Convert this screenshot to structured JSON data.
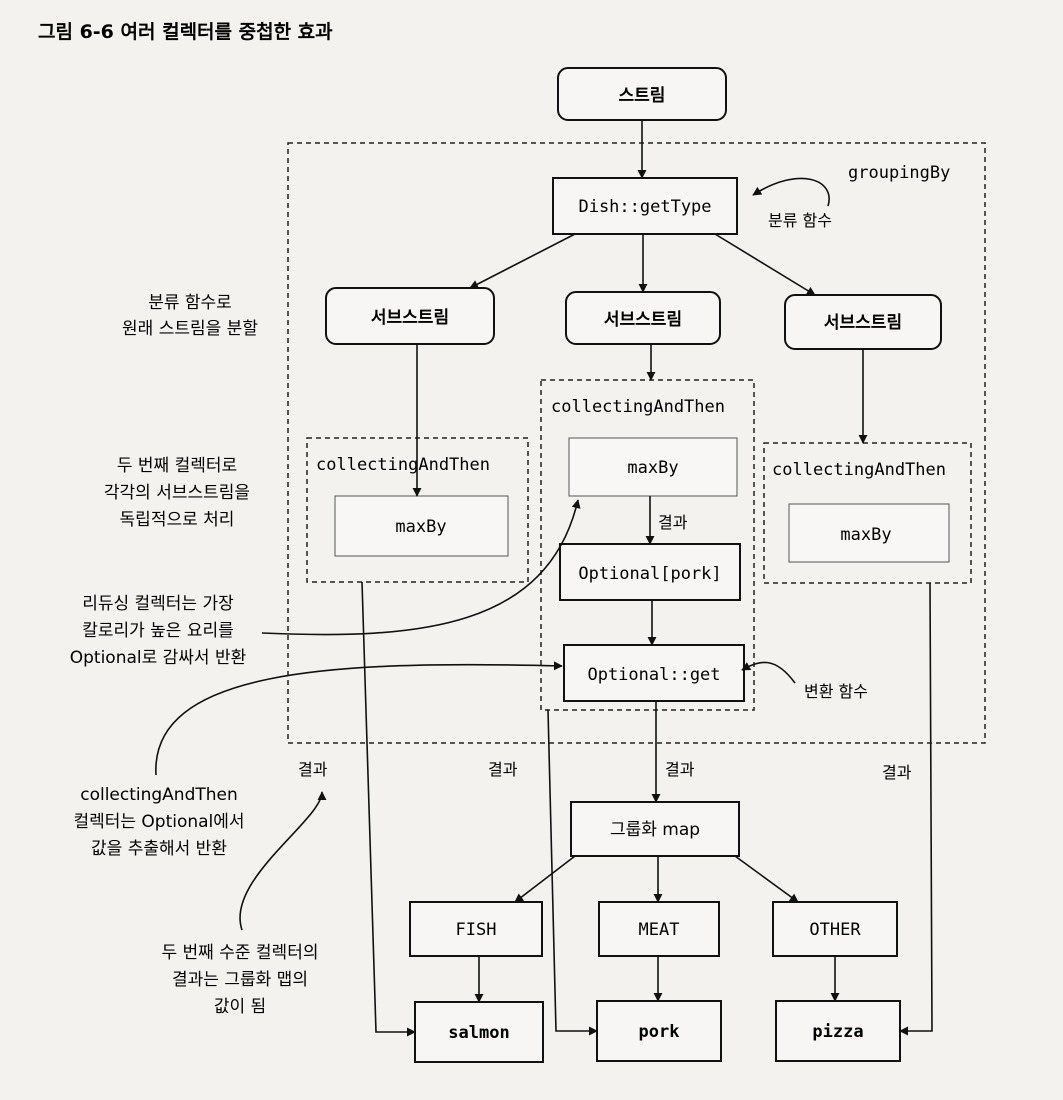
{
  "figure_title": "그림 6-6 여러 컬렉터를 중첩한 효과",
  "nodes": {
    "stream": "스트림",
    "classifier": "Dish::getType",
    "grouping_by": "groupingBy",
    "classifier_note": "분류 함수",
    "substream": "서브스트림",
    "collecting_and_then": "collectingAndThen",
    "max_by": "maxBy",
    "result": "결과",
    "optional_pork": "Optional[pork]",
    "optional_get": "Optional::get",
    "transform_note": "변환 함수",
    "grouping_map": "그룹화 map",
    "keys": [
      "FISH",
      "MEAT",
      "OTHER"
    ],
    "values": [
      "salmon",
      "pork",
      "pizza"
    ]
  },
  "annotations": {
    "split": [
      "분류 함수로",
      "원래 스트림을 분할"
    ],
    "second_collector": [
      "두 번째 컬렉터로",
      "각각의 서브스트림을",
      "독립적으로 처리"
    ],
    "reducing": [
      "리듀싱 컬렉터는 가장",
      "칼로리가 높은 요리를",
      "Optional로 감싸서 반환"
    ],
    "collecting_then": [
      "collectingAndThen",
      "컬렉터는 Optional에서",
      "값을 추출해서 반환"
    ],
    "second_level": [
      "두 번째 수준 컬렉터의",
      "결과는 그룹화 맵의",
      "값이 됨"
    ]
  }
}
